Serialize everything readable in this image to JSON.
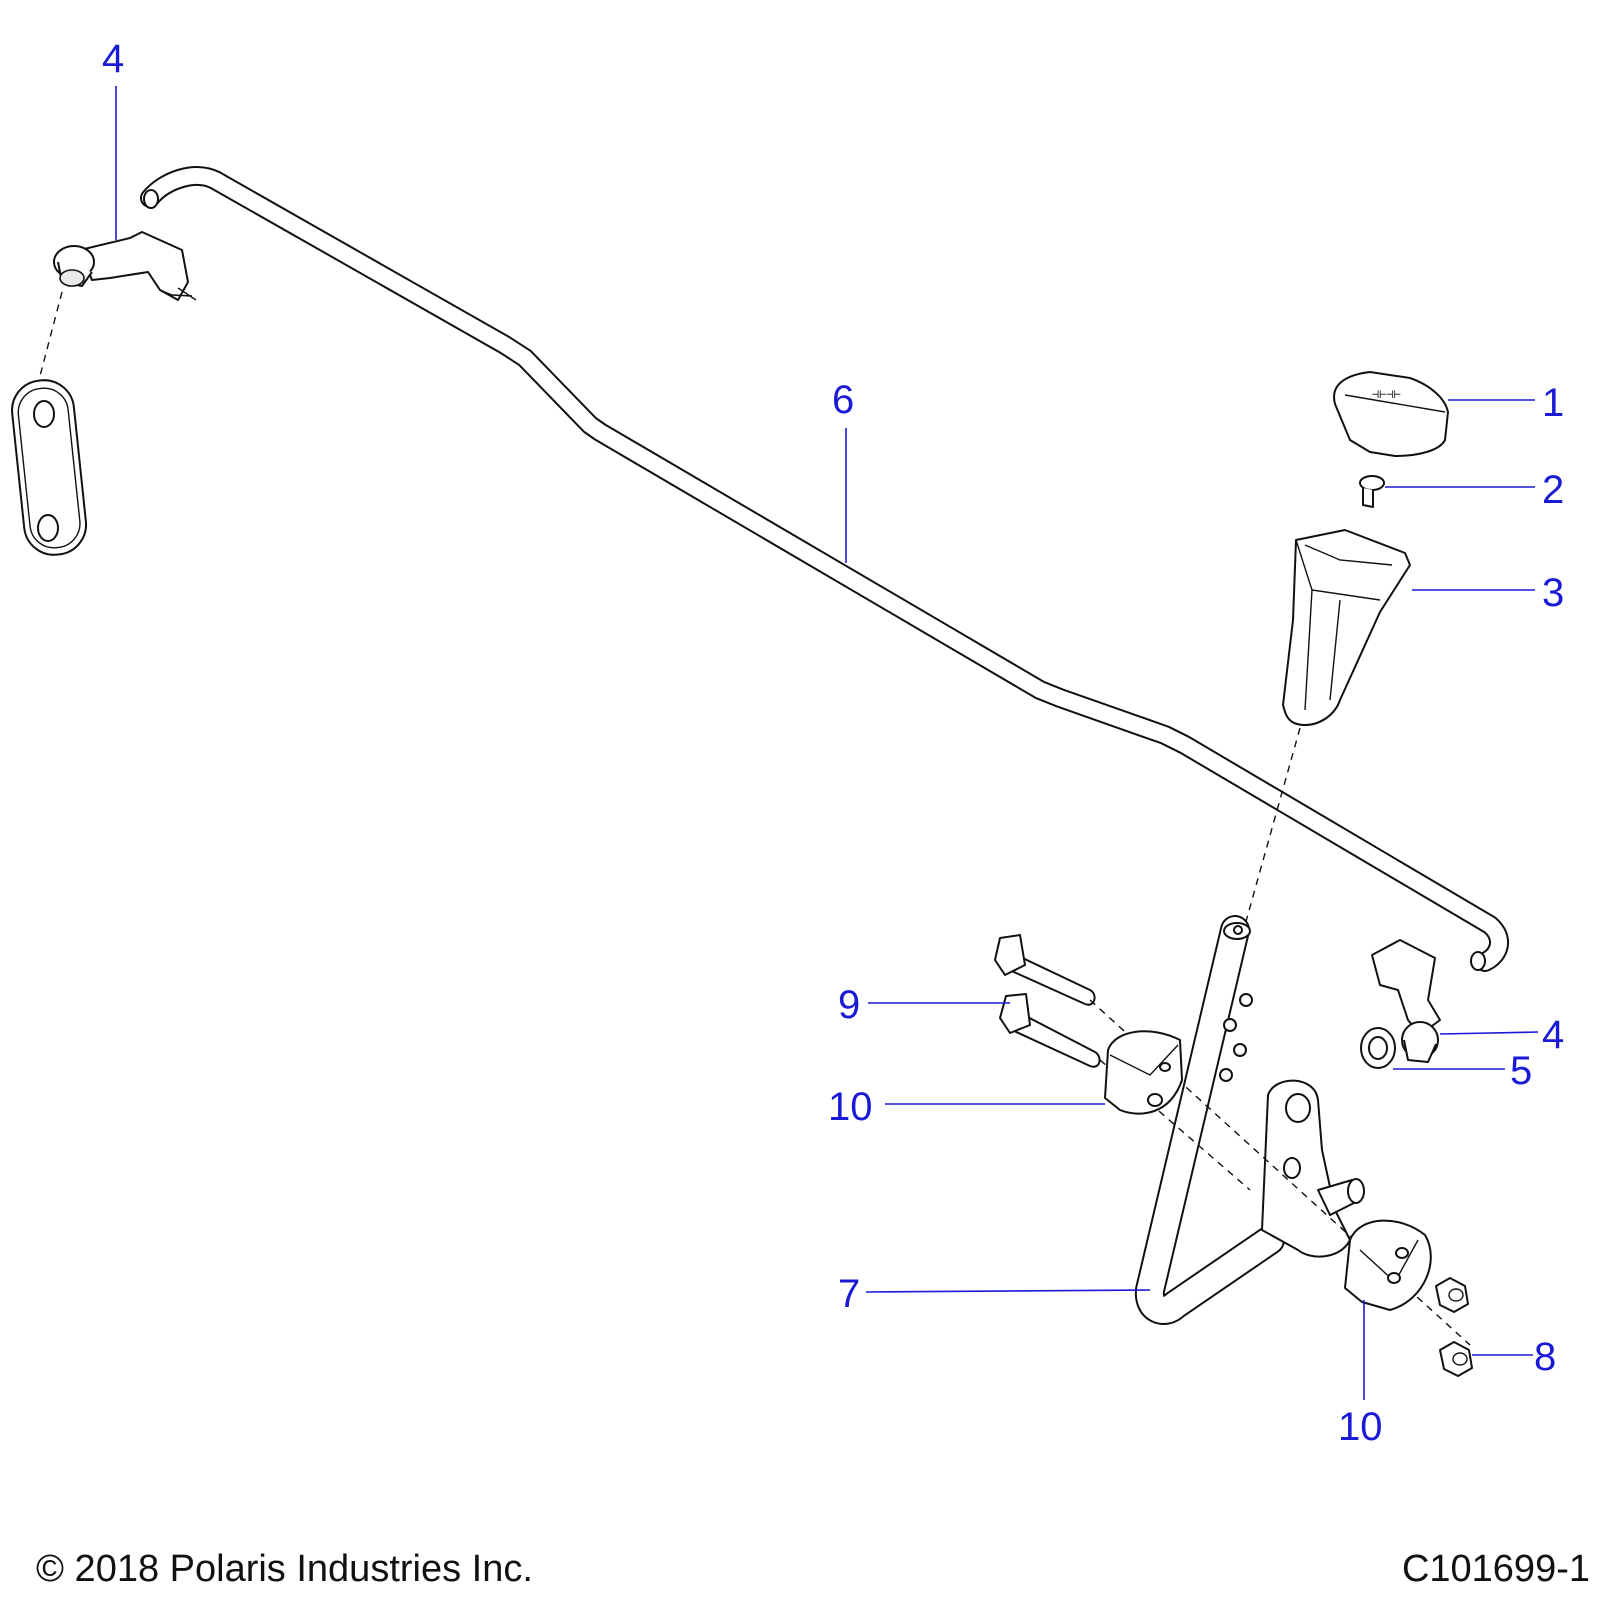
{
  "callouts": {
    "c1": "1",
    "c2": "2",
    "c3": "3",
    "c4_top": "4",
    "c4_right": "4",
    "c5": "5",
    "c6": "6",
    "c7": "7",
    "c8": "8",
    "c9": "9",
    "c10_left": "10",
    "c10_bottom": "10"
  },
  "footer": {
    "copyright": "© 2018 Polaris Industries Inc.",
    "drawing_number": "C101699-1"
  },
  "colors": {
    "callout": "#1a1ad6",
    "line": "#111111"
  }
}
